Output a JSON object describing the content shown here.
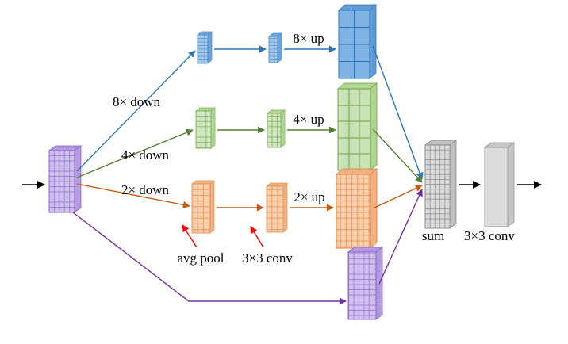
{
  "title": "multi-scale pooling and upsampling fusion diagram",
  "labels": {
    "down8": "8× down",
    "down4": "4× down",
    "down2": "2× down",
    "up8": "8× up",
    "up4": "4× up",
    "up2": "2× up",
    "avg_pool": "avg pool",
    "conv33_mid": "3×3 conv",
    "sum": "sum",
    "conv33_out": "3×3 conv"
  },
  "colors": {
    "purple_fill": "#cfc0ee",
    "purple_line": "#9678d2",
    "purple_arrow": "#7030a0",
    "blue_fill": "#7fb3e3",
    "blue_fill_light": "#a5c9ea",
    "blue_line": "#2e75b6",
    "green_fill": "#c9e3b6",
    "green_line": "#538135",
    "green_grid": "#7ab354",
    "orange_fill": "#f9cfae",
    "orange_line": "#c55a11",
    "orange_grid": "#e0914f",
    "gray_fill": "#dbdbdb",
    "gray_line": "#8c8c8c",
    "red_annotation": "#fe0000",
    "black": "#000000"
  }
}
